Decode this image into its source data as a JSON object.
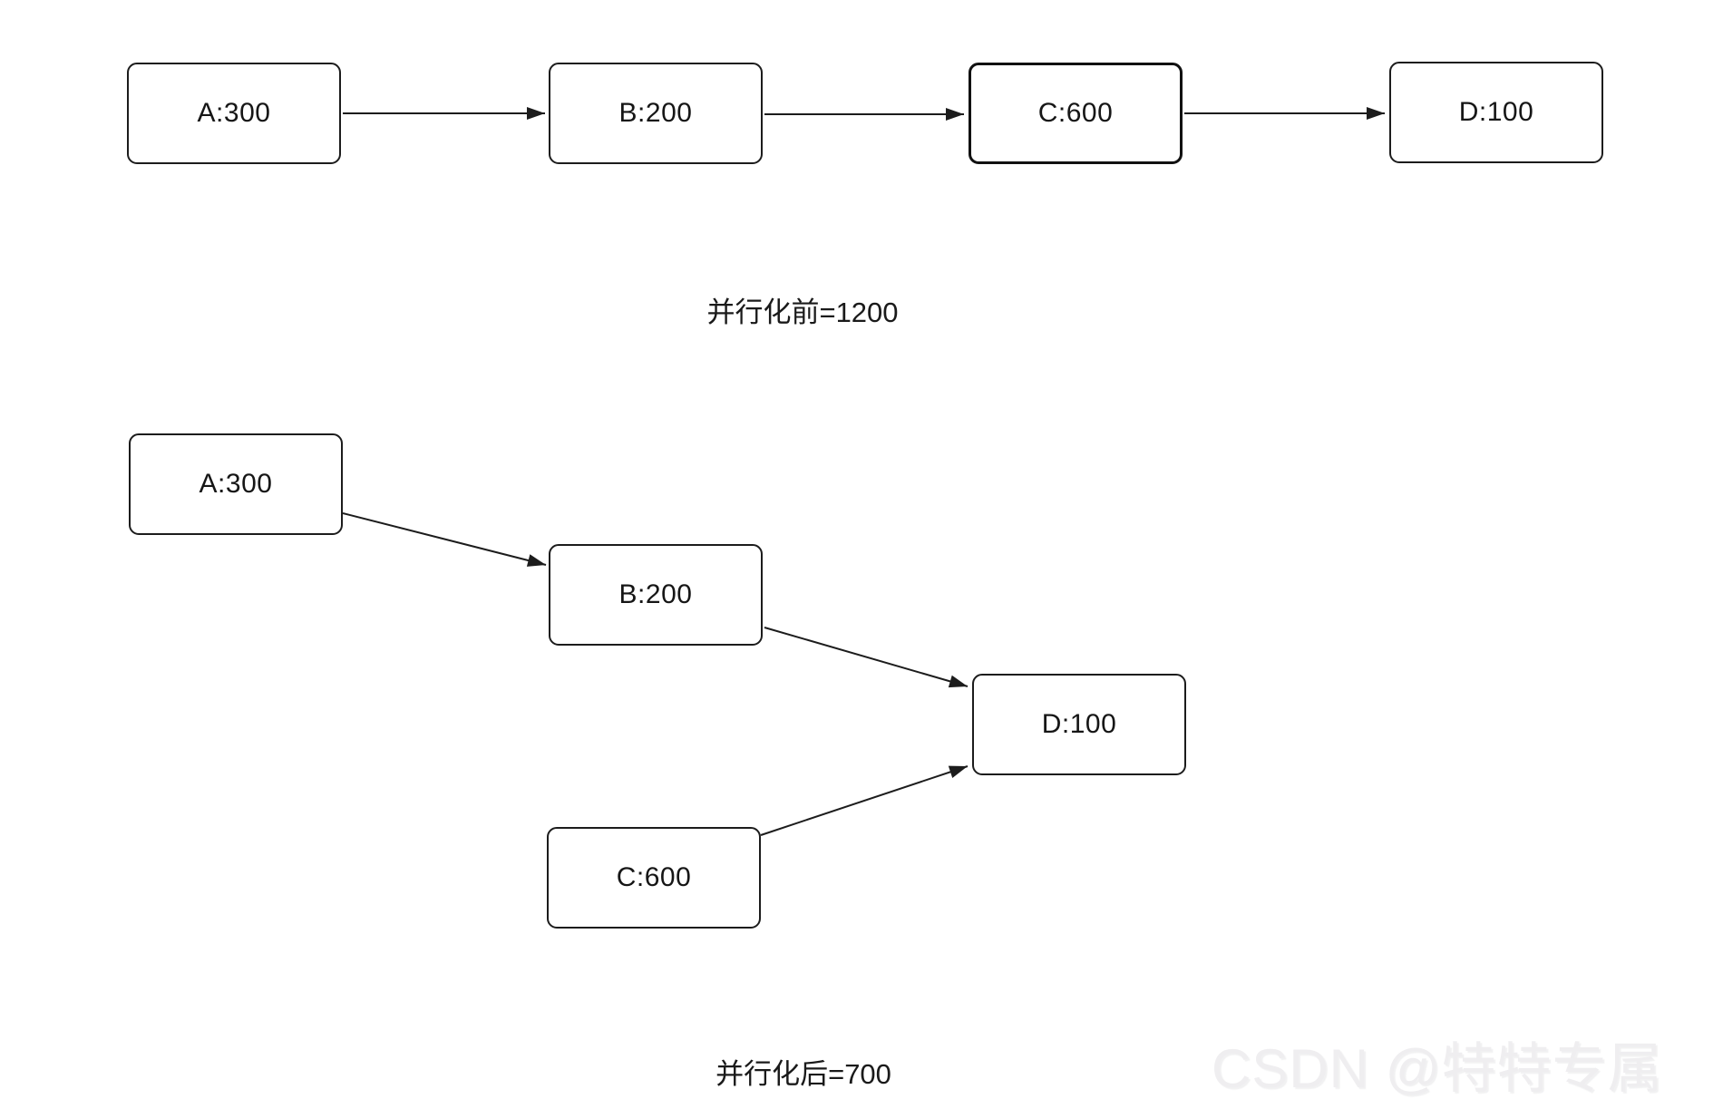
{
  "before": {
    "caption": "并行化前=1200",
    "total": 1200,
    "nodes": [
      {
        "id": "A",
        "label": "A:300",
        "cost": 300
      },
      {
        "id": "B",
        "label": "B:200",
        "cost": 200
      },
      {
        "id": "C",
        "label": "C:600",
        "cost": 600
      },
      {
        "id": "D",
        "label": "D:100",
        "cost": 100
      }
    ],
    "edges": [
      "A→B",
      "B→C",
      "C→D"
    ]
  },
  "after": {
    "caption": "并行化后=700",
    "total": 700,
    "nodes": [
      {
        "id": "A",
        "label": "A:300",
        "cost": 300
      },
      {
        "id": "B",
        "label": "B:200",
        "cost": 200
      },
      {
        "id": "C",
        "label": "C:600",
        "cost": 600
      },
      {
        "id": "D",
        "label": "D:100",
        "cost": 100
      }
    ],
    "edges": [
      "A→B",
      "B→D",
      "C→D"
    ]
  },
  "watermark": "CSDN @特特专属",
  "colors": {
    "stroke": "#1c1c1c",
    "background": "#ffffff",
    "watermark_text": "#efeef0"
  }
}
